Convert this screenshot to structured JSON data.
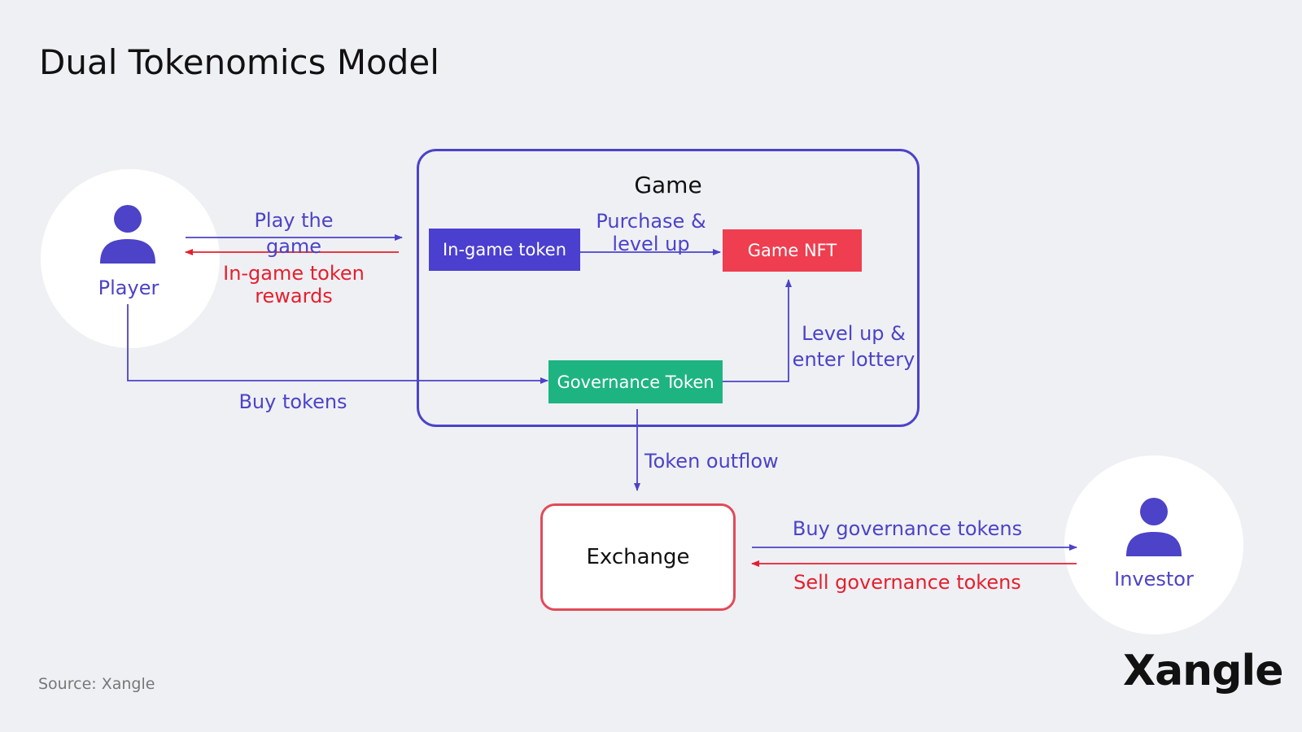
{
  "title": "Dual Tokenomics Model",
  "player": {
    "label": "Player",
    "icon": "person-icon"
  },
  "investor": {
    "label": "Investor",
    "icon": "person-icon"
  },
  "game": {
    "title": "Game"
  },
  "boxes": {
    "in_game_token": "In-game token",
    "game_nft": "Game NFT",
    "governance_token": "Governance Token",
    "exchange": "Exchange"
  },
  "flows": {
    "play_the_game": [
      "Play the",
      "game"
    ],
    "in_game_token_rewards": [
      "In-game token",
      "rewards"
    ],
    "purchase_level_up": [
      "Purchase &",
      "level up"
    ],
    "level_up_enter_lottery": [
      "Level up &",
      "enter lottery"
    ],
    "buy_tokens": "Buy tokens",
    "token_outflow": "Token outflow",
    "buy_governance_tokens": "Buy governance tokens",
    "sell_governance_tokens": "Sell governance tokens"
  },
  "source": "Source: Xangle",
  "logo": "Xangle",
  "colors": {
    "purple": "#4c43c8",
    "red": "#e4202e",
    "in_game_token_box": "#4b3fd0",
    "game_nft_box": "#ef3e50",
    "governance_token_box": "#1eb482",
    "game_border": "#4c43c8",
    "exchange_border": "#e14a58"
  }
}
